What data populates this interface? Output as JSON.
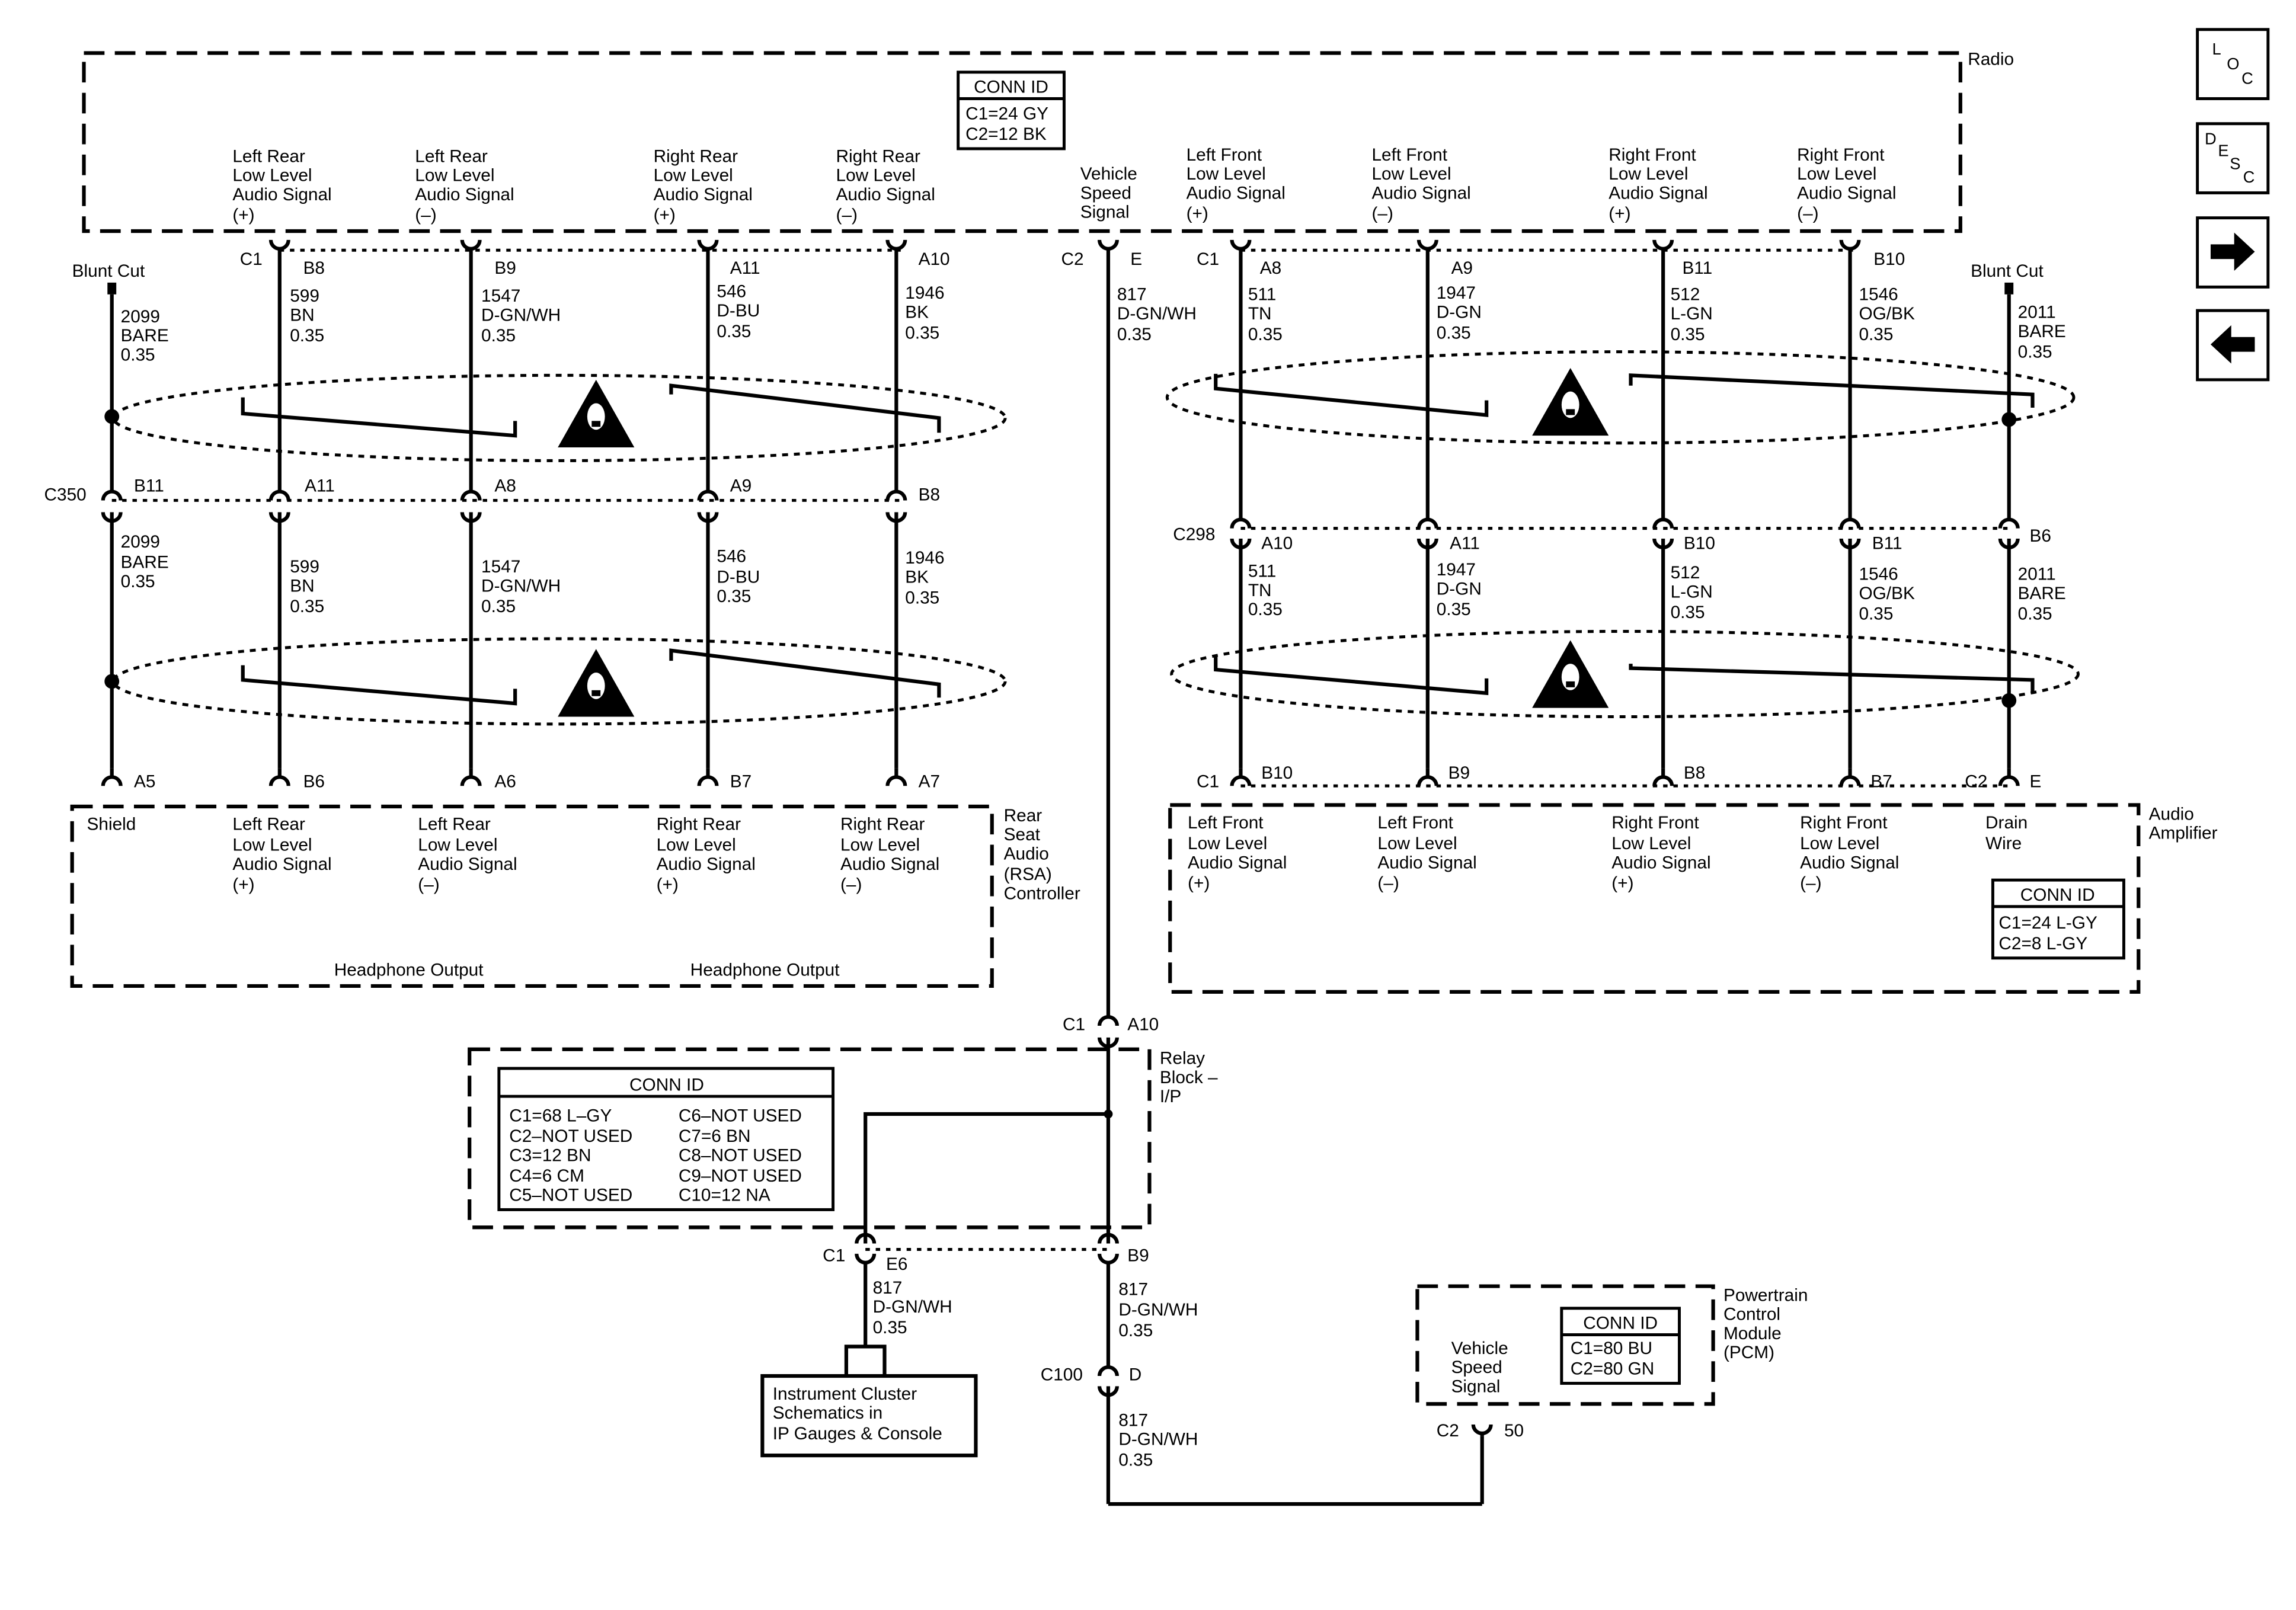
{
  "modules": {
    "radio": {
      "name": "Radio",
      "conn_id": {
        "title": "CONN ID",
        "lines": [
          "C1=24 GY",
          "C2=12 BK"
        ]
      }
    },
    "rsa": {
      "name": [
        "Rear",
        "Seat",
        "Audio",
        "(RSA)",
        "Controller"
      ],
      "footer": [
        "Headphone Output",
        "Headphone Output"
      ]
    },
    "amp": {
      "name": [
        "Audio",
        "Amplifier"
      ],
      "conn_id": {
        "title": "CONN ID",
        "lines": [
          "C1=24 L-GY",
          "C2=8 L-GY"
        ]
      }
    },
    "relay": {
      "name": [
        "Relay",
        "Block –",
        "I/P"
      ],
      "conn_id": {
        "title": "CONN ID",
        "col1": [
          "C1=68 L–GY",
          "C2–NOT USED",
          "C3=12 BN",
          "C4=6 CM",
          "C5–NOT USED"
        ],
        "col2": [
          "C6–NOT USED",
          "C7=6 BN",
          "C8–NOT USED",
          "C9–NOT USED",
          "C10=12 NA"
        ]
      }
    },
    "pcm": {
      "name": [
        "Powertrain",
        "Control",
        "Module",
        "(PCM)"
      ],
      "pin_label": [
        "Vehicle",
        "Speed",
        "Signal"
      ],
      "conn_id": {
        "title": "CONN ID",
        "lines": [
          "C1=80 BU",
          "C2=80 GN"
        ]
      }
    },
    "cluster": {
      "lines": [
        "Instrument Cluster",
        "Schematics in",
        "IP Gauges & Console"
      ]
    }
  },
  "radio_signals": [
    [
      "Left Rear",
      "Low Level",
      "Audio Signal",
      "(+)"
    ],
    [
      "Left Rear",
      "Low Level",
      "Audio Signal",
      "(–)"
    ],
    [
      "Right Rear",
      "Low Level",
      "Audio Signal",
      "(+)"
    ],
    [
      "Right Rear",
      "Low Level",
      "Audio Signal",
      "(–)"
    ],
    [
      "Vehicle",
      "Speed",
      "Signal"
    ],
    [
      "Left Front",
      "Low Level",
      "Audio Signal",
      "(+)"
    ],
    [
      "Left Front",
      "Low Level",
      "Audio Signal",
      "(–)"
    ],
    [
      "Right Front",
      "Low Level",
      "Audio Signal",
      "(+)"
    ],
    [
      "Right Front",
      "Low Level",
      "Audio Signal",
      "(–)"
    ]
  ],
  "rsa_signals": [
    [
      "Shield"
    ],
    [
      "Left Rear",
      "Low Level",
      "Audio Signal",
      "(+)"
    ],
    [
      "Left Rear",
      "Low Level",
      "Audio Signal",
      "(–)"
    ],
    [
      "Right Rear",
      "Low Level",
      "Audio Signal",
      "(+)"
    ],
    [
      "Right Rear",
      "Low Level",
      "Audio Signal",
      "(–)"
    ]
  ],
  "amp_signals": [
    [
      "Left Front",
      "Low Level",
      "Audio Signal",
      "(+)"
    ],
    [
      "Left Front",
      "Low Level",
      "Audio Signal",
      "(–)"
    ],
    [
      "Right Front",
      "Low Level",
      "Audio Signal",
      "(+)"
    ],
    [
      "Right Front",
      "Low Level",
      "Audio Signal",
      "(–)"
    ],
    [
      "Drain",
      "Wire"
    ]
  ],
  "connectors": {
    "radio_c1_left": "C1",
    "radio_c2": "C2",
    "radio_c1_right": "C1",
    "c350": "C350",
    "c298": "C298",
    "rsa_pins": [
      "A5",
      "B6",
      "A6",
      "B7",
      "A7"
    ],
    "amp_c1": "C1",
    "amp_c2": "C2",
    "relay_c1_top": "C1",
    "relay_c1_bottom": "C1",
    "c100": "C100",
    "pcm_c2": "C2",
    "pcm_pin": "50",
    "blunt_cut": "Blunt Cut"
  },
  "pins": {
    "radio_left": [
      "B8",
      "B9",
      "A11",
      "A10"
    ],
    "radio_e": "E",
    "radio_right": [
      "A8",
      "A9",
      "B11",
      "B10"
    ],
    "c350": [
      "B11",
      "A11",
      "A8",
      "A9",
      "B8"
    ],
    "c298": [
      "A10",
      "A11",
      "B10",
      "B11",
      "B6"
    ],
    "amp": [
      "B10",
      "B9",
      "B8",
      "B7",
      "E"
    ],
    "relay_top": "A10",
    "relay_e6": "E6",
    "relay_b9": "B9",
    "c100_pin": "D"
  },
  "wires": {
    "left_upper": [
      [
        "2099",
        "BARE",
        "0.35"
      ],
      [
        "599",
        "BN",
        "0.35"
      ],
      [
        "1547",
        "D-GN/WH",
        "0.35"
      ],
      [
        "546",
        "D-BU",
        "0.35"
      ],
      [
        "1946",
        "BK",
        "0.35"
      ]
    ],
    "left_lower": [
      [
        "2099",
        "BARE",
        "0.35"
      ],
      [
        "599",
        "BN",
        "0.35"
      ],
      [
        "1547",
        "D-GN/WH",
        "0.35"
      ],
      [
        "546",
        "D-BU",
        "0.35"
      ],
      [
        "1946",
        "BK",
        "0.35"
      ]
    ],
    "right_upper": [
      [
        "511",
        "TN",
        "0.35"
      ],
      [
        "1947",
        "D-GN",
        "0.35"
      ],
      [
        "512",
        "L-GN",
        "0.35"
      ],
      [
        "1546",
        "OG/BK",
        "0.35"
      ],
      [
        "2011",
        "BARE",
        "0.35"
      ]
    ],
    "right_lower": [
      [
        "511",
        "TN",
        "0.35"
      ],
      [
        "1947",
        "D-GN",
        "0.35"
      ],
      [
        "512",
        "L-GN",
        "0.35"
      ],
      [
        "1546",
        "OG/BK",
        "0.35"
      ],
      [
        "2011",
        "BARE",
        "0.35"
      ]
    ],
    "vss_top": [
      "817",
      "D-GN/WH",
      "0.35"
    ],
    "vss_e6": [
      "817",
      "D-GN/WH",
      "0.35"
    ],
    "vss_b9": [
      "817",
      "D-GN/WH",
      "0.35"
    ],
    "vss_c100": [
      "817",
      "D-GN/WH",
      "0.35"
    ]
  },
  "nav": {
    "loc": [
      "L",
      "O",
      "C"
    ],
    "desc": [
      "D",
      "E",
      "S",
      "C"
    ],
    "next_icon": "arrow-right-icon",
    "prev_icon": "arrow-left-icon"
  }
}
